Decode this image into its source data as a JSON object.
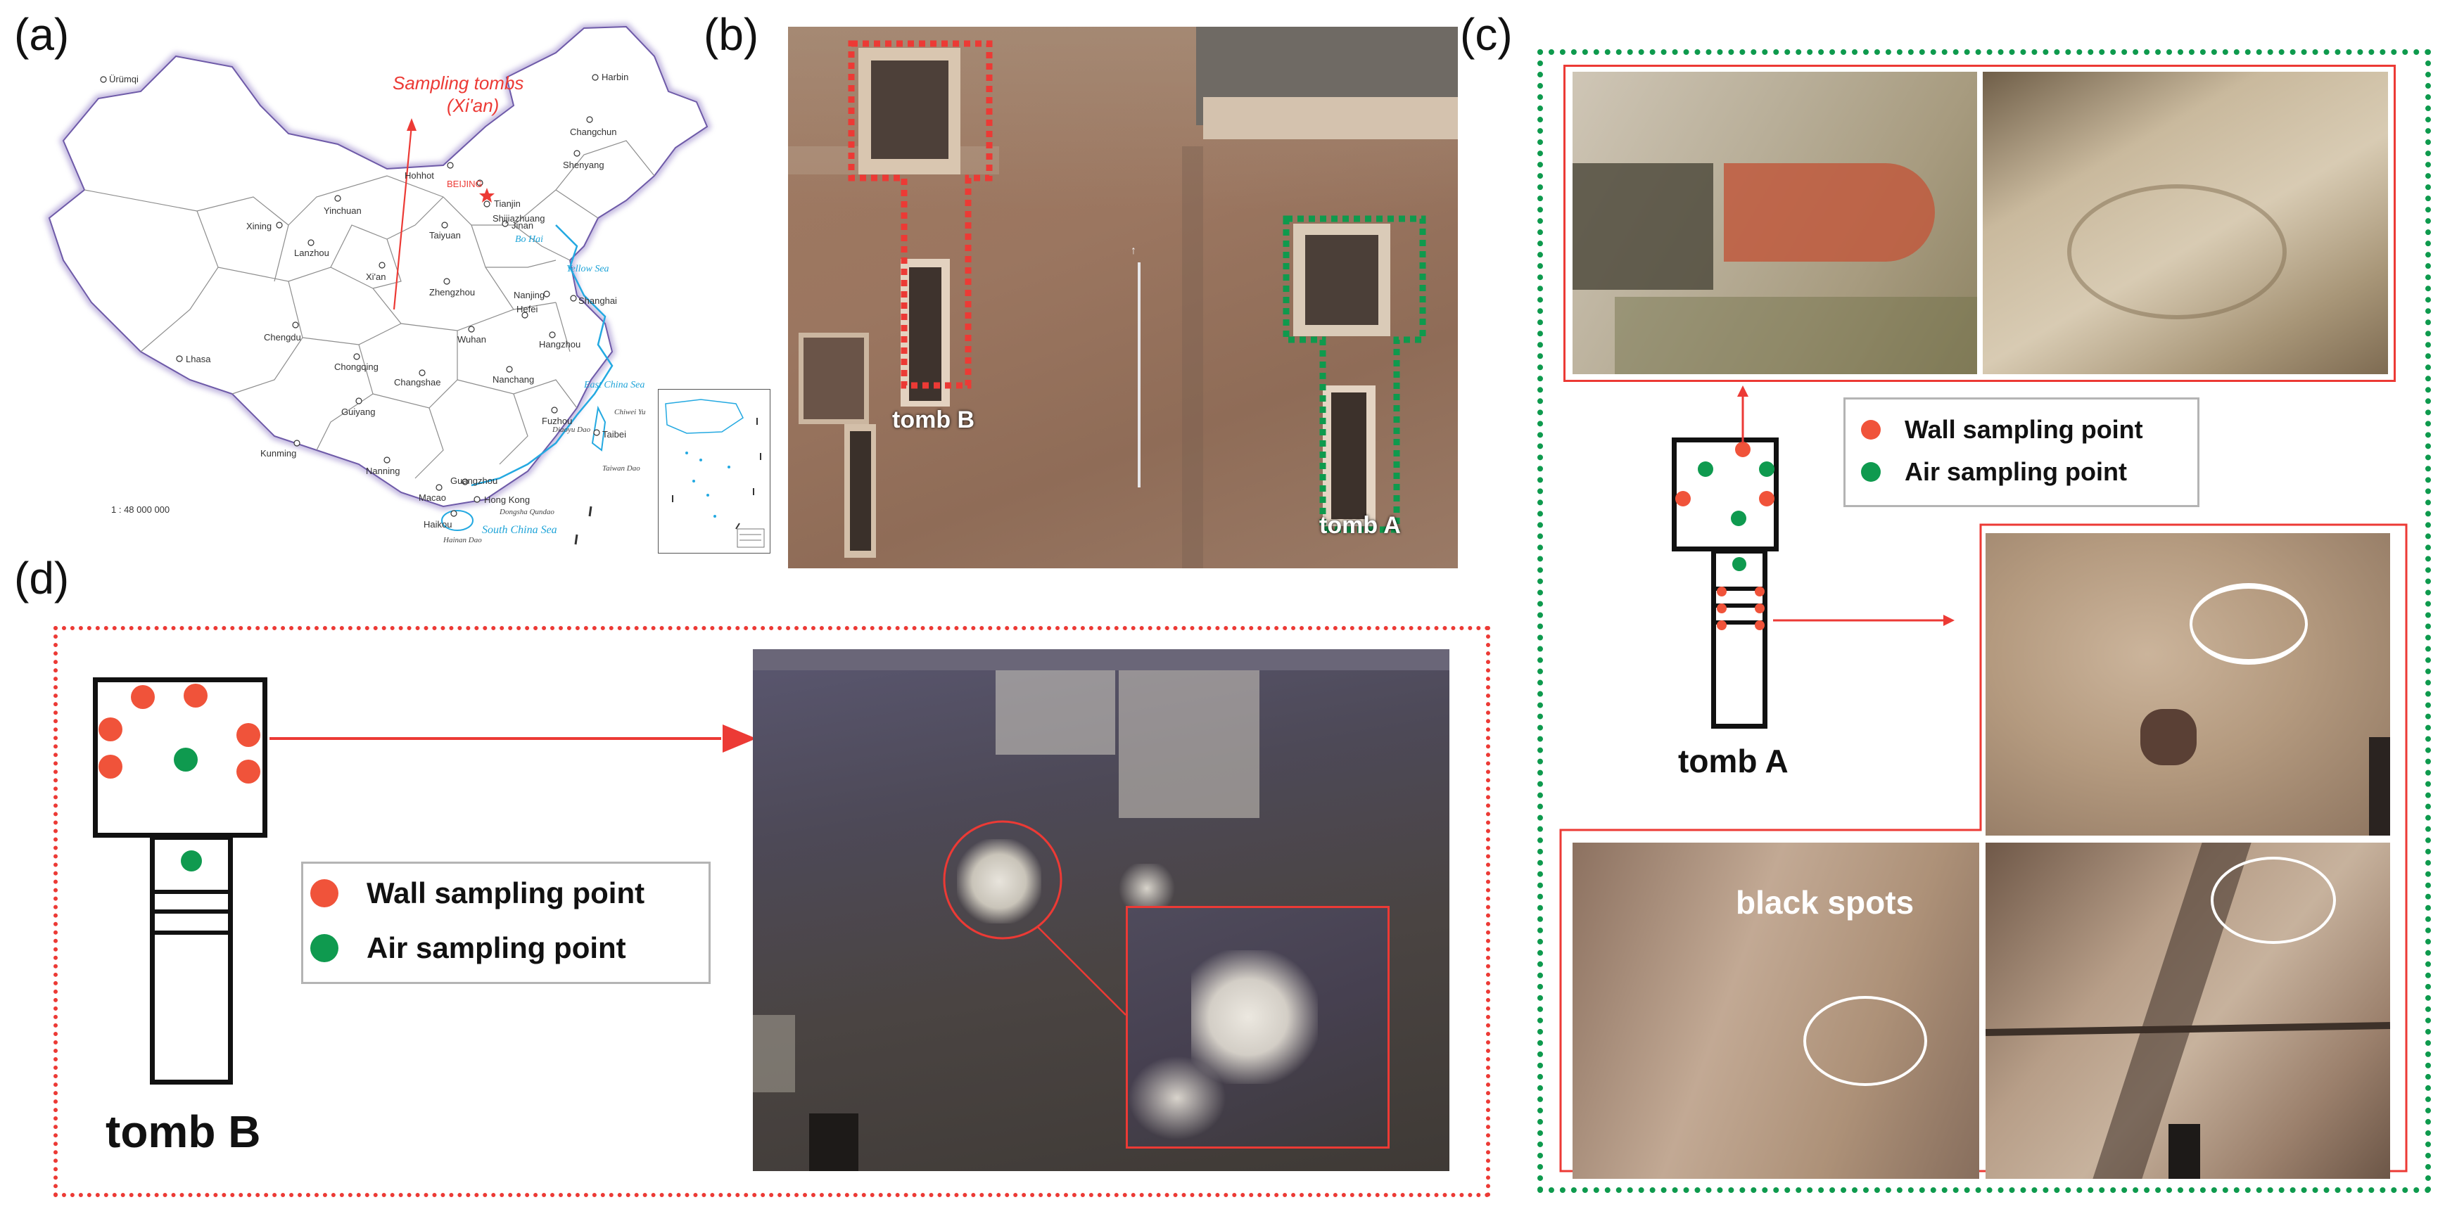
{
  "panels": {
    "a": "(a)",
    "b": "(b)",
    "c": "(c)",
    "d": "(d)"
  },
  "map": {
    "annotation_line1": "Sampling tombs",
    "annotation_line2": "(Xi'an)",
    "scale": "1 : 48 000 000",
    "capital": "BEIJING",
    "cities": {
      "urumqi": "Ürümqi",
      "harbin": "Harbin",
      "changchun": "Changchun",
      "shenyang": "Shenyang",
      "hohhot": "Hohhot",
      "tianjin": "Tianjin",
      "shijiazhuang": "Shijiazhuang",
      "yinchuan": "Yinchuan",
      "taiyuan": "Taiyuan",
      "jinan": "Jinan",
      "xining": "Xining",
      "lanzhou": "Lanzhou",
      "xian": "Xi'an",
      "zhengzhou": "Zhengzhou",
      "nanjing": "Nanjing",
      "shanghai": "Shanghai",
      "hefei": "Hefei",
      "lhasa": "Lhasa",
      "chengdu": "Chengdu",
      "wuhan": "Wuhan",
      "hangzhou": "Hangzhou",
      "chongqing": "Chongqing",
      "changsha": "Changshae",
      "nanchang": "Nanchang",
      "guiyang": "Guiyang",
      "fuzhou": "Fuzhou",
      "kunming": "Kunming",
      "nanning": "Nanning",
      "guangzhou": "Guangzhou",
      "taibei": "Taibei",
      "macao": "Macao",
      "hongkong": "Hong Kong",
      "haikou": "Haikou"
    },
    "seas": {
      "bohai": "Bo Hai",
      "yellow": "Yellow Sea",
      "eastchina": "East China Sea",
      "southchina": "South China Sea"
    },
    "islands": {
      "diaoyu": "Diaoyu Dao",
      "chiwei": "Chiwei Yu",
      "taiwan": "Taiwan Dao",
      "dongsha": "Dongsha Qundao",
      "hainan": "Hainan Dao"
    }
  },
  "photo_b": {
    "tomb_b_label": "tomb B",
    "tomb_a_label": "tomb A"
  },
  "panel_c": {
    "legend": {
      "wall": "Wall sampling point",
      "air": "Air sampling point"
    },
    "tomb_label": "tomb A",
    "black_spots": "black spots"
  },
  "panel_d": {
    "legend": {
      "wall": "Wall sampling point",
      "air": "Air sampling point"
    },
    "tomb_label": "tomb B"
  },
  "colors": {
    "red": "#ec3a35",
    "green": "#0e9a4d",
    "wall_dot": "#f0533a",
    "air_dot": "#0f9a4f"
  }
}
